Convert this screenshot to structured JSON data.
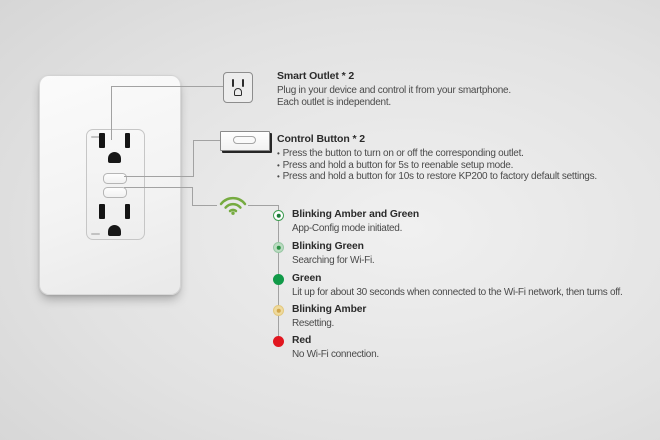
{
  "device": {
    "name": "smart-wall-outlet",
    "parts": [
      "wall-plate",
      "upper-outlet",
      "lower-outlet",
      "control-button-1",
      "control-button-2"
    ]
  },
  "callouts": {
    "smart_outlet": {
      "title": "Smart Outlet * 2",
      "line1": "Plug in your device and control it from your smartphone.",
      "line2": "Each outlet is independent."
    },
    "control_button": {
      "title": "Control Button * 2",
      "bullet_char": "•",
      "bullets": [
        "Press the button to turn on or off the corresponding outlet.",
        "Press and hold a button for 5s to reenable setup mode.",
        "Press and hold a button for 10s to restore KP200 to factory default settings."
      ]
    },
    "led": {
      "states": [
        {
          "label": "Blinking Amber and Green",
          "description": "App-Config mode initiated."
        },
        {
          "label": "Blinking Green",
          "description": "Searching for Wi-Fi."
        },
        {
          "label": "Green",
          "description": "Lit up for about 30 seconds when connected to the Wi-Fi network, then turns off."
        },
        {
          "label": "Blinking Amber",
          "description": "Resetting."
        },
        {
          "label": "Red",
          "description": "No Wi-Fi connection."
        }
      ]
    }
  },
  "icons": {
    "wifi": "wifi-signal-icon",
    "smart_outlet": "power-outlet-icon",
    "control_button": "control-button-icon",
    "led_indicator": "led-dot-icon"
  },
  "colors": {
    "wifi_green": "#76ab40",
    "led_ring_green": "#3f9e52",
    "led_green": "#119a48",
    "led_mint": "#bcdcc2",
    "led_amber_pale": "#eeda9e",
    "led_amber": "#d2a64b",
    "led_red": "#e1161f",
    "callout_line": "#a2a2a2"
  }
}
